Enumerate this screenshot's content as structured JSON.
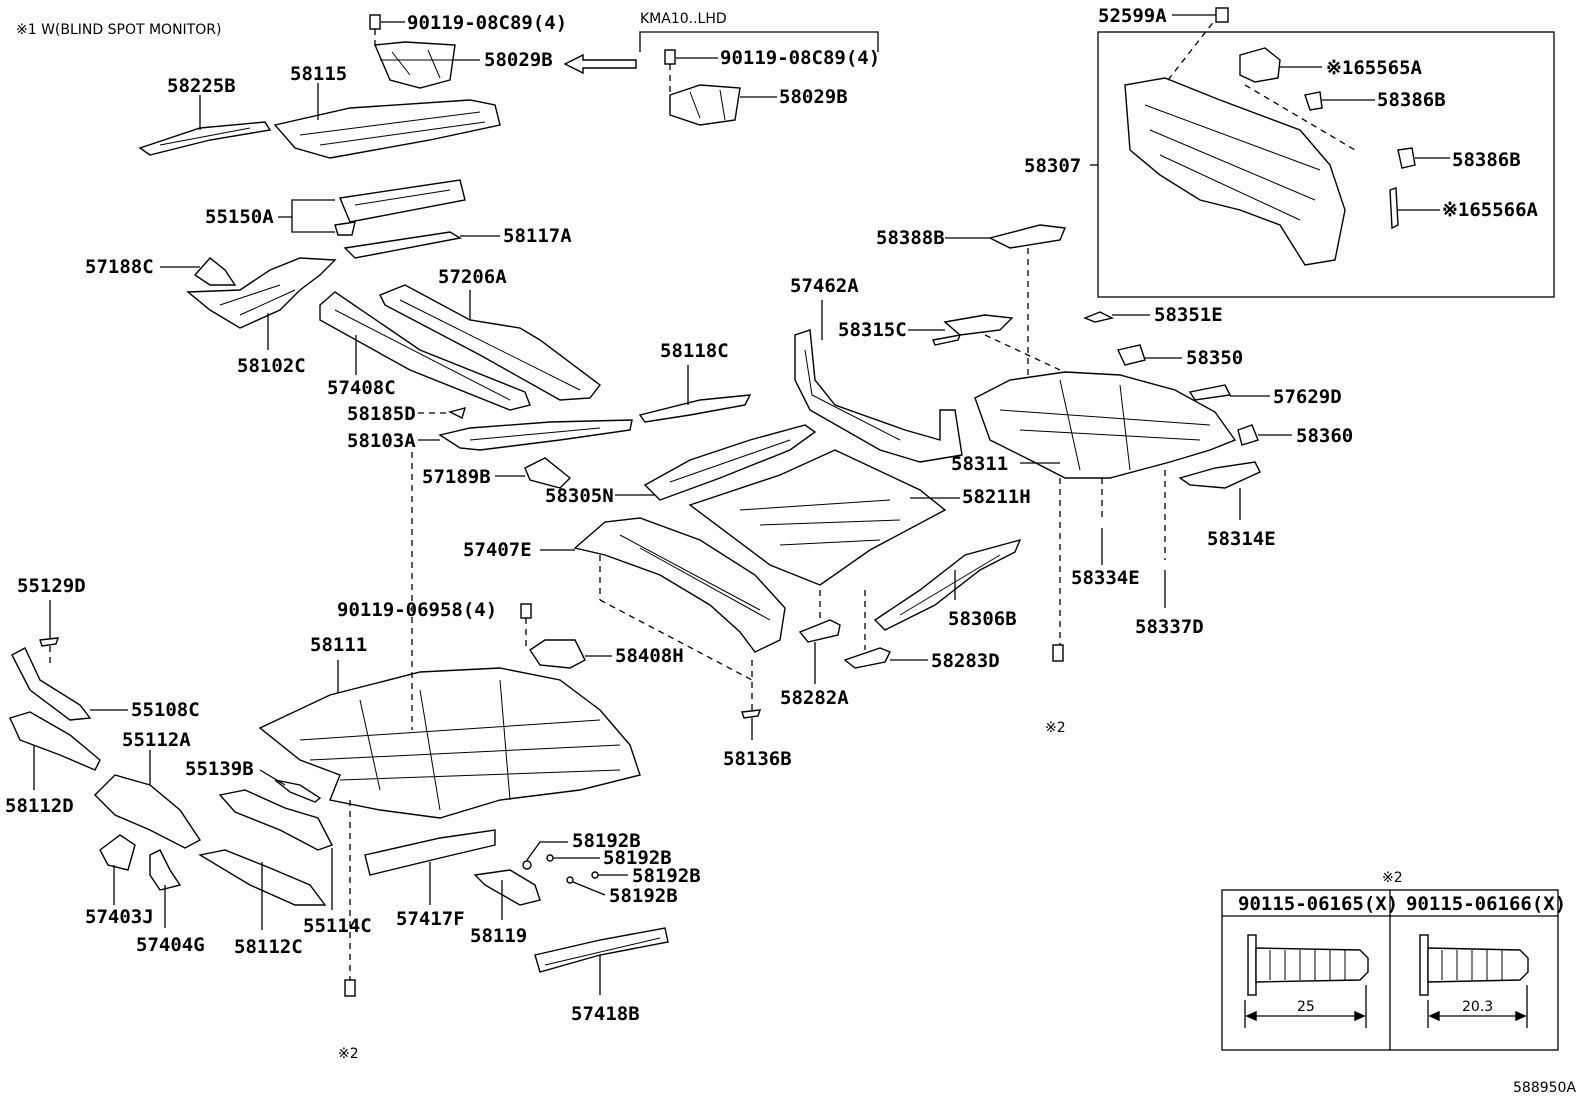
{
  "notes": {
    "bsm": "※1 W(BLIND SPOT MONITOR)",
    "kma": "KMA10..LHD",
    "ref2_a": "※2",
    "ref2_b": "※2",
    "ref2_c": "※2",
    "figure_id": "588950A"
  },
  "labels": {
    "p90119_08c89_a": "90119-08C89(4)",
    "p58029b_a": "58029B",
    "p90119_08c89_b": "90119-08C89(4)",
    "p58029b_b": "58029B",
    "p58225b": "58225B",
    "p58115": "58115",
    "p55150a": "55150A",
    "p58117a": "58117A",
    "p57188c": "57188C",
    "p58102c": "58102C",
    "p57206a": "57206A",
    "p57408c": "57408C",
    "p58185d": "58185D",
    "p58103a": "58103A",
    "p57189b": "57189B",
    "p58118c": "58118C",
    "p58305n": "58305N",
    "p57462a": "57462A",
    "p58315c": "58315C",
    "p58388b": "58388B",
    "p58307": "58307",
    "p52599a": "52599A",
    "p65565a": "※165565A",
    "p58386b_a": "58386B",
    "p58386b_b": "58386B",
    "p65566a": "※165566A",
    "p58351e": "58351E",
    "p58350": "58350",
    "p57629d": "57629D",
    "p58360": "58360",
    "p58311": "58311",
    "p58211h": "58211H",
    "p58314e": "58314E",
    "p58334e": "58334E",
    "p58337d": "58337D",
    "p57407e": "57407E",
    "p58306b": "58306B",
    "p58283d": "58283D",
    "p58282a": "58282A",
    "p58136b": "58136B",
    "p90119_06958": "90119-06958(4)",
    "p58408h": "58408H",
    "p58111": "58111",
    "p55129d": "55129D",
    "p55108c": "55108C",
    "p55112a": "55112A",
    "p58112d": "58112D",
    "p55139b": "55139B",
    "p57403j": "57403J",
    "p57404g": "57404G",
    "p58112c": "58112C",
    "p55114c": "55114C",
    "p57417f": "57417F",
    "p58192b_a": "58192B",
    "p58192b_b": "58192B",
    "p58192b_c": "58192B",
    "p58192b_d": "58192B",
    "p58119": "58119",
    "p57418b": "57418B"
  },
  "bolt_table": {
    "col1_header": "90115-06165(X)",
    "col2_header": "90115-06166(X)",
    "col1_length": "25",
    "col2_length": "20.3"
  }
}
